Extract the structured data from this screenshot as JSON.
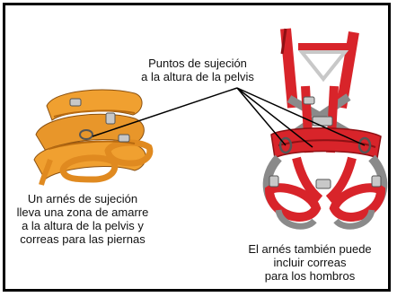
{
  "callout_top": {
    "line1": "Puntos de sujeción",
    "line2": "a la altura de la pelvis"
  },
  "caption_left": {
    "line1": "Un arnés de sujeción",
    "line2": "lleva una zona de amarre",
    "line3": "a la altura de la pelvis y",
    "line4": "correas para las piernas"
  },
  "caption_right": {
    "line1": "El arnés también puede",
    "line2": "incluir correas",
    "line3": "para los hombros"
  },
  "colors": {
    "orange_harness": "#f0a030",
    "orange_shadow": "#b86a10",
    "red_harness": "#d8242a",
    "red_shadow": "#8e1014",
    "grey_strap": "#8a8a8a",
    "metal": "#c8c8c8"
  }
}
